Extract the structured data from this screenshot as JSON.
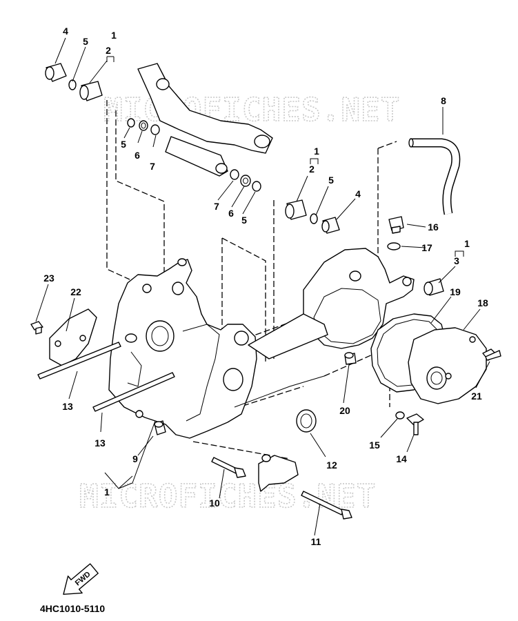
{
  "watermark": "MICROFICHES.NET",
  "diagram_code": "4HC1010-5110",
  "fwd_label": "FWD",
  "callouts": {
    "c1a": "1",
    "c2a": "2",
    "c4a": "4",
    "c5a": "5",
    "c5b": "5",
    "c6a": "6",
    "c7a": "7",
    "c7b": "7",
    "c6b": "6",
    "c5c": "5",
    "c1b": "1",
    "c2b": "2",
    "c5d": "5",
    "c4b": "4",
    "c8": "8",
    "c16": "16",
    "c17": "17",
    "c1c": "1",
    "c3": "3",
    "c23": "23",
    "c22": "22",
    "c19": "19",
    "c18": "18",
    "c13a": "13",
    "c13b": "13",
    "c20": "20",
    "c21": "21",
    "c9": "9",
    "c1d": "1",
    "c12": "12",
    "c15": "15",
    "c14": "14",
    "c10": "10",
    "c11": "11"
  }
}
